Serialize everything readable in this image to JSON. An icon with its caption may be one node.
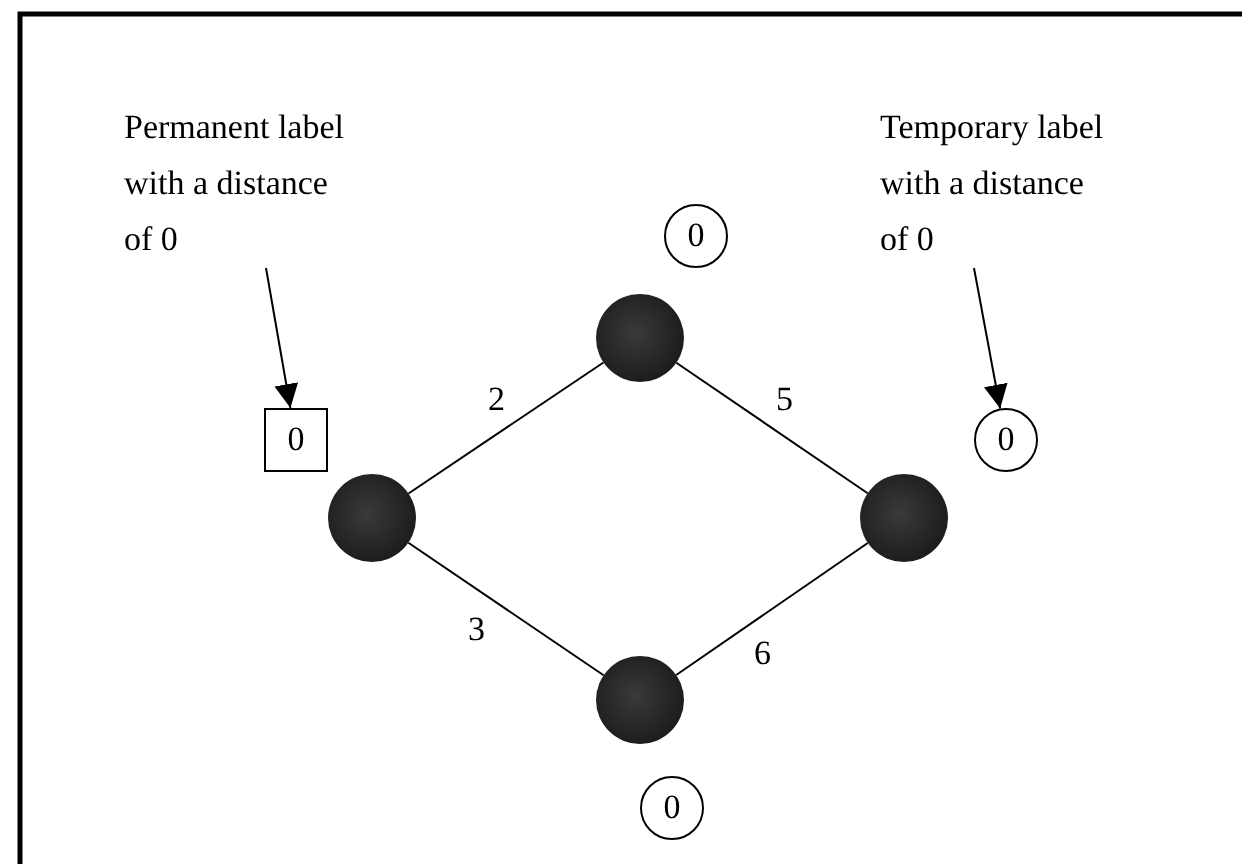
{
  "diagram": {
    "nodes": [
      {
        "text": [
          "Permanent label with a distance of 0"
        ]
      },
      {
        "text": [
          "Temporary label with a distance of 0"
        ]
      },
      {
        "text": [
          "0"
        ]
      },
      {
        "text": [],
        "shape": "circle"
      },
      {
        "text": [
          "0"
        ]
      },
      {
        "text": [
          "0"
        ]
      },
      {
        "text": [],
        "shape": "circle"
      },
      {
        "text": [],
        "shape": "circle"
      },
      {
        "text": [],
        "shape": "circle"
      },
      {
        "text": [
          "0"
        ]
      }
    ],
    "edges": [
      {
        "from": 0,
        "to": 4,
        "arrow": "to"
      },
      {
        "from": 1,
        "to": 5,
        "arrow": "to"
      },
      {
        "from": 6,
        "to": 3,
        "arrow": "none",
        "label": "2"
      },
      {
        "from": 3,
        "to": 7,
        "arrow": "none",
        "label": "5"
      },
      {
        "from": 6,
        "to": 8,
        "arrow": "none",
        "label": "3"
      },
      {
        "from": 8,
        "to": 7,
        "arrow": "none",
        "label": "6"
      }
    ]
  }
}
